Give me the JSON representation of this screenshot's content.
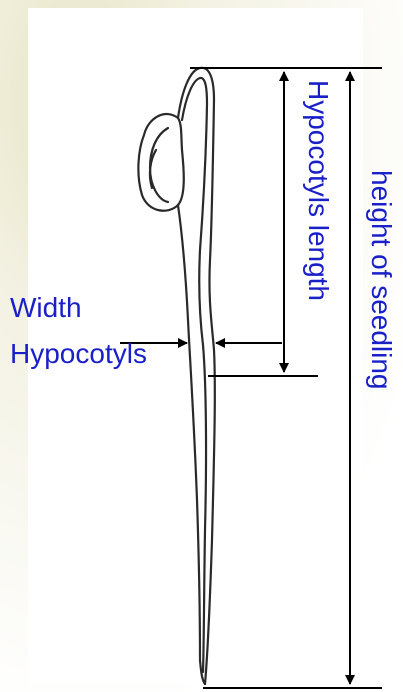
{
  "colors": {
    "background_tint": "#ece9cf",
    "label_text": "#1a20c8",
    "line": "#000000",
    "seedling_outline": "#2a2a2a"
  },
  "labels": {
    "width_line1": "Width",
    "width_line2": "Hypocotyls",
    "hypocotyls_length": "Hypocotyls length",
    "height_of_seedling": "height of seedling"
  }
}
